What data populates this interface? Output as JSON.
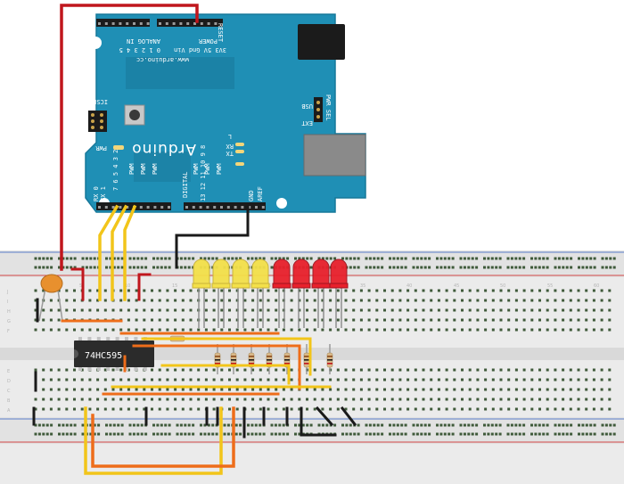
{
  "board": {
    "brand": "Arduino",
    "url": "www.arduino.cc",
    "header_power_label": "POWER",
    "header_power_pins": "3V3 5V Gnd Vin",
    "header_analog_label": "ANALOG IN",
    "header_analog_pins": "0 1 2 3 4 5",
    "reset_label": "RESET",
    "icsp_label": "ICSP",
    "pwr_led_label": "PWR",
    "tx_label": "TX",
    "rx_label": "RX",
    "l_label": "L",
    "pwr_sel_label": "PWR SEL",
    "ext_label": "EXT",
    "usb_label": "USB",
    "digital_label": "DIGITAL",
    "aref_label": "AREF",
    "gnd_label": "GND",
    "pwm_labels": [
      "PWM",
      "PWM",
      "PWM",
      "PWM",
      "PWM",
      "PWM"
    ],
    "tx_pin_label": "TX 1",
    "rx_pin_label": "RX 0",
    "digital_pins_low": "7 6 5 4 3 2",
    "digital_pins_high": "13 12 11 10 9 8"
  },
  "chip": {
    "label": "74HC595"
  },
  "breadboard": {
    "row_letters_top": [
      "J",
      "I",
      "H",
      "G",
      "F"
    ],
    "row_letters_bottom": [
      "E",
      "D",
      "C",
      "B",
      "A"
    ],
    "column_numbers": [
      "1",
      "5",
      "10",
      "15",
      "20",
      "25",
      "30",
      "35",
      "40",
      "45",
      "50",
      "55",
      "60"
    ]
  },
  "leds": {
    "yellow_count": 4,
    "red_count": 4,
    "colors": {
      "yellow": "#f3e04a",
      "red": "#e8212c"
    }
  },
  "colors": {
    "board_blue": "#1f8fb5",
    "wire_red": "#c0161d",
    "wire_yellow": "#f2c51a",
    "wire_orange": "#ee6d1a",
    "wire_black": "#1a1a1a",
    "chip_black": "#2b2b2b",
    "capacitor": "#e8902e"
  }
}
